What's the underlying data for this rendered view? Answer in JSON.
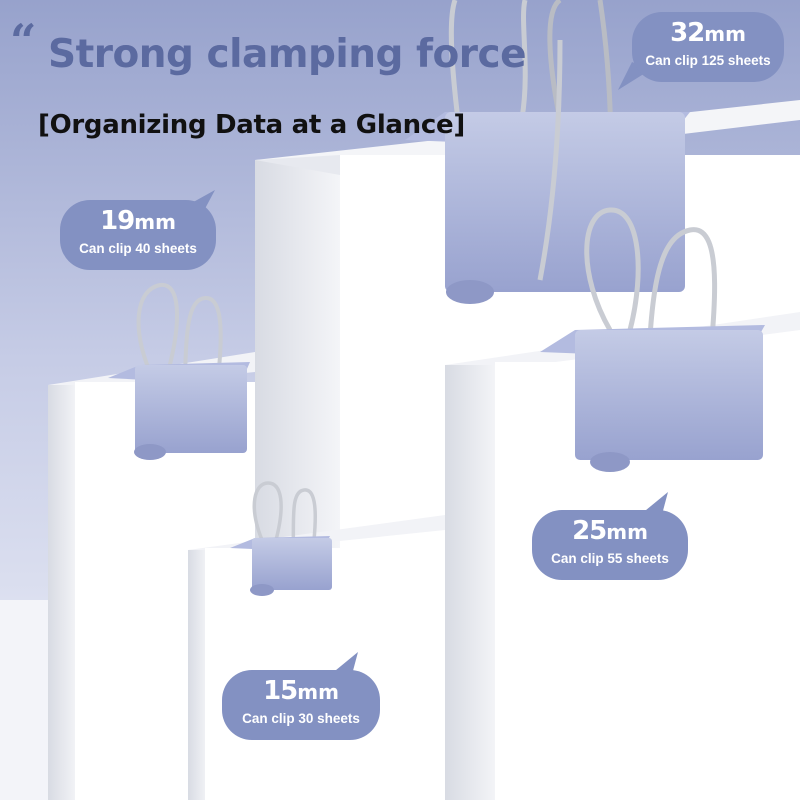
{
  "headline": {
    "quote_glyph": "“",
    "text": "Strong clamping force"
  },
  "subheadline": "[Organizing Data at a Glance]",
  "clips": [
    {
      "size": "32",
      "unit": "mm",
      "caption": "Can clip 125 sheets"
    },
    {
      "size": "19",
      "unit": "mm",
      "caption": "Can clip 40 sheets"
    },
    {
      "size": "25",
      "unit": "mm",
      "caption": "Can clip 55 sheets"
    },
    {
      "size": "15",
      "unit": "mm",
      "caption": "Can clip 30 sheets"
    }
  ],
  "colors": {
    "accent": "#8391c2",
    "clip_body": "#aab3d8",
    "background_top": "#9aa5cf",
    "background_bottom": "#eef0f8",
    "paper": "#ffffff",
    "wire": "#c9ccd3"
  }
}
